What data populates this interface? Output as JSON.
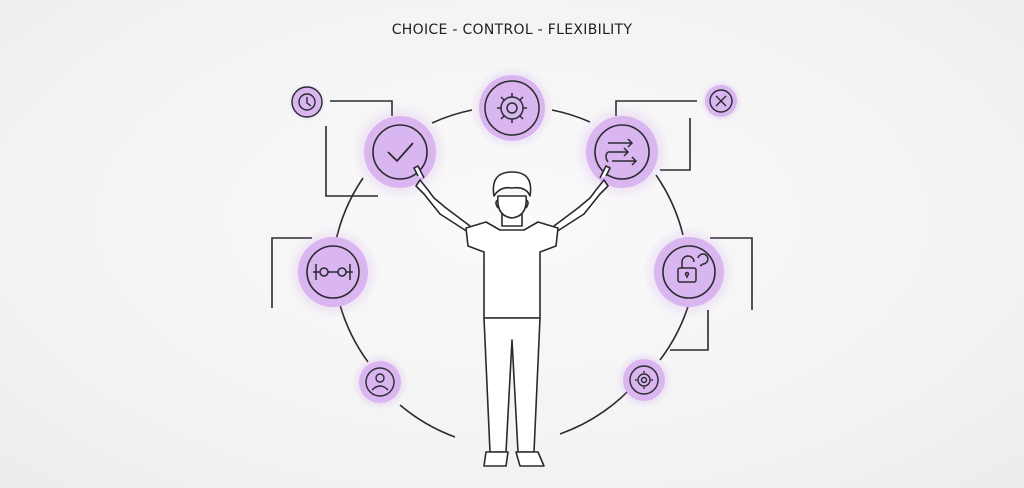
{
  "title": "CHOICE - CONTROL - FLEXIBILITY",
  "colors": {
    "accent_fill": "#d9b6f0",
    "accent_glow": "#c88be8",
    "line": "#2a2a30",
    "background": "#f3f3f4"
  },
  "icons": [
    {
      "id": "clock",
      "name": "clock-icon"
    },
    {
      "id": "gear_top",
      "name": "gear-icon"
    },
    {
      "id": "close",
      "name": "close-icon"
    },
    {
      "id": "check",
      "name": "checkmark-icon"
    },
    {
      "id": "arrows",
      "name": "arrows-switch-icon"
    },
    {
      "id": "toggle",
      "name": "toggle-sliders-icon"
    },
    {
      "id": "lock",
      "name": "unlock-icon"
    },
    {
      "id": "user",
      "name": "user-icon"
    },
    {
      "id": "gear_small",
      "name": "small-gear-icon"
    }
  ]
}
